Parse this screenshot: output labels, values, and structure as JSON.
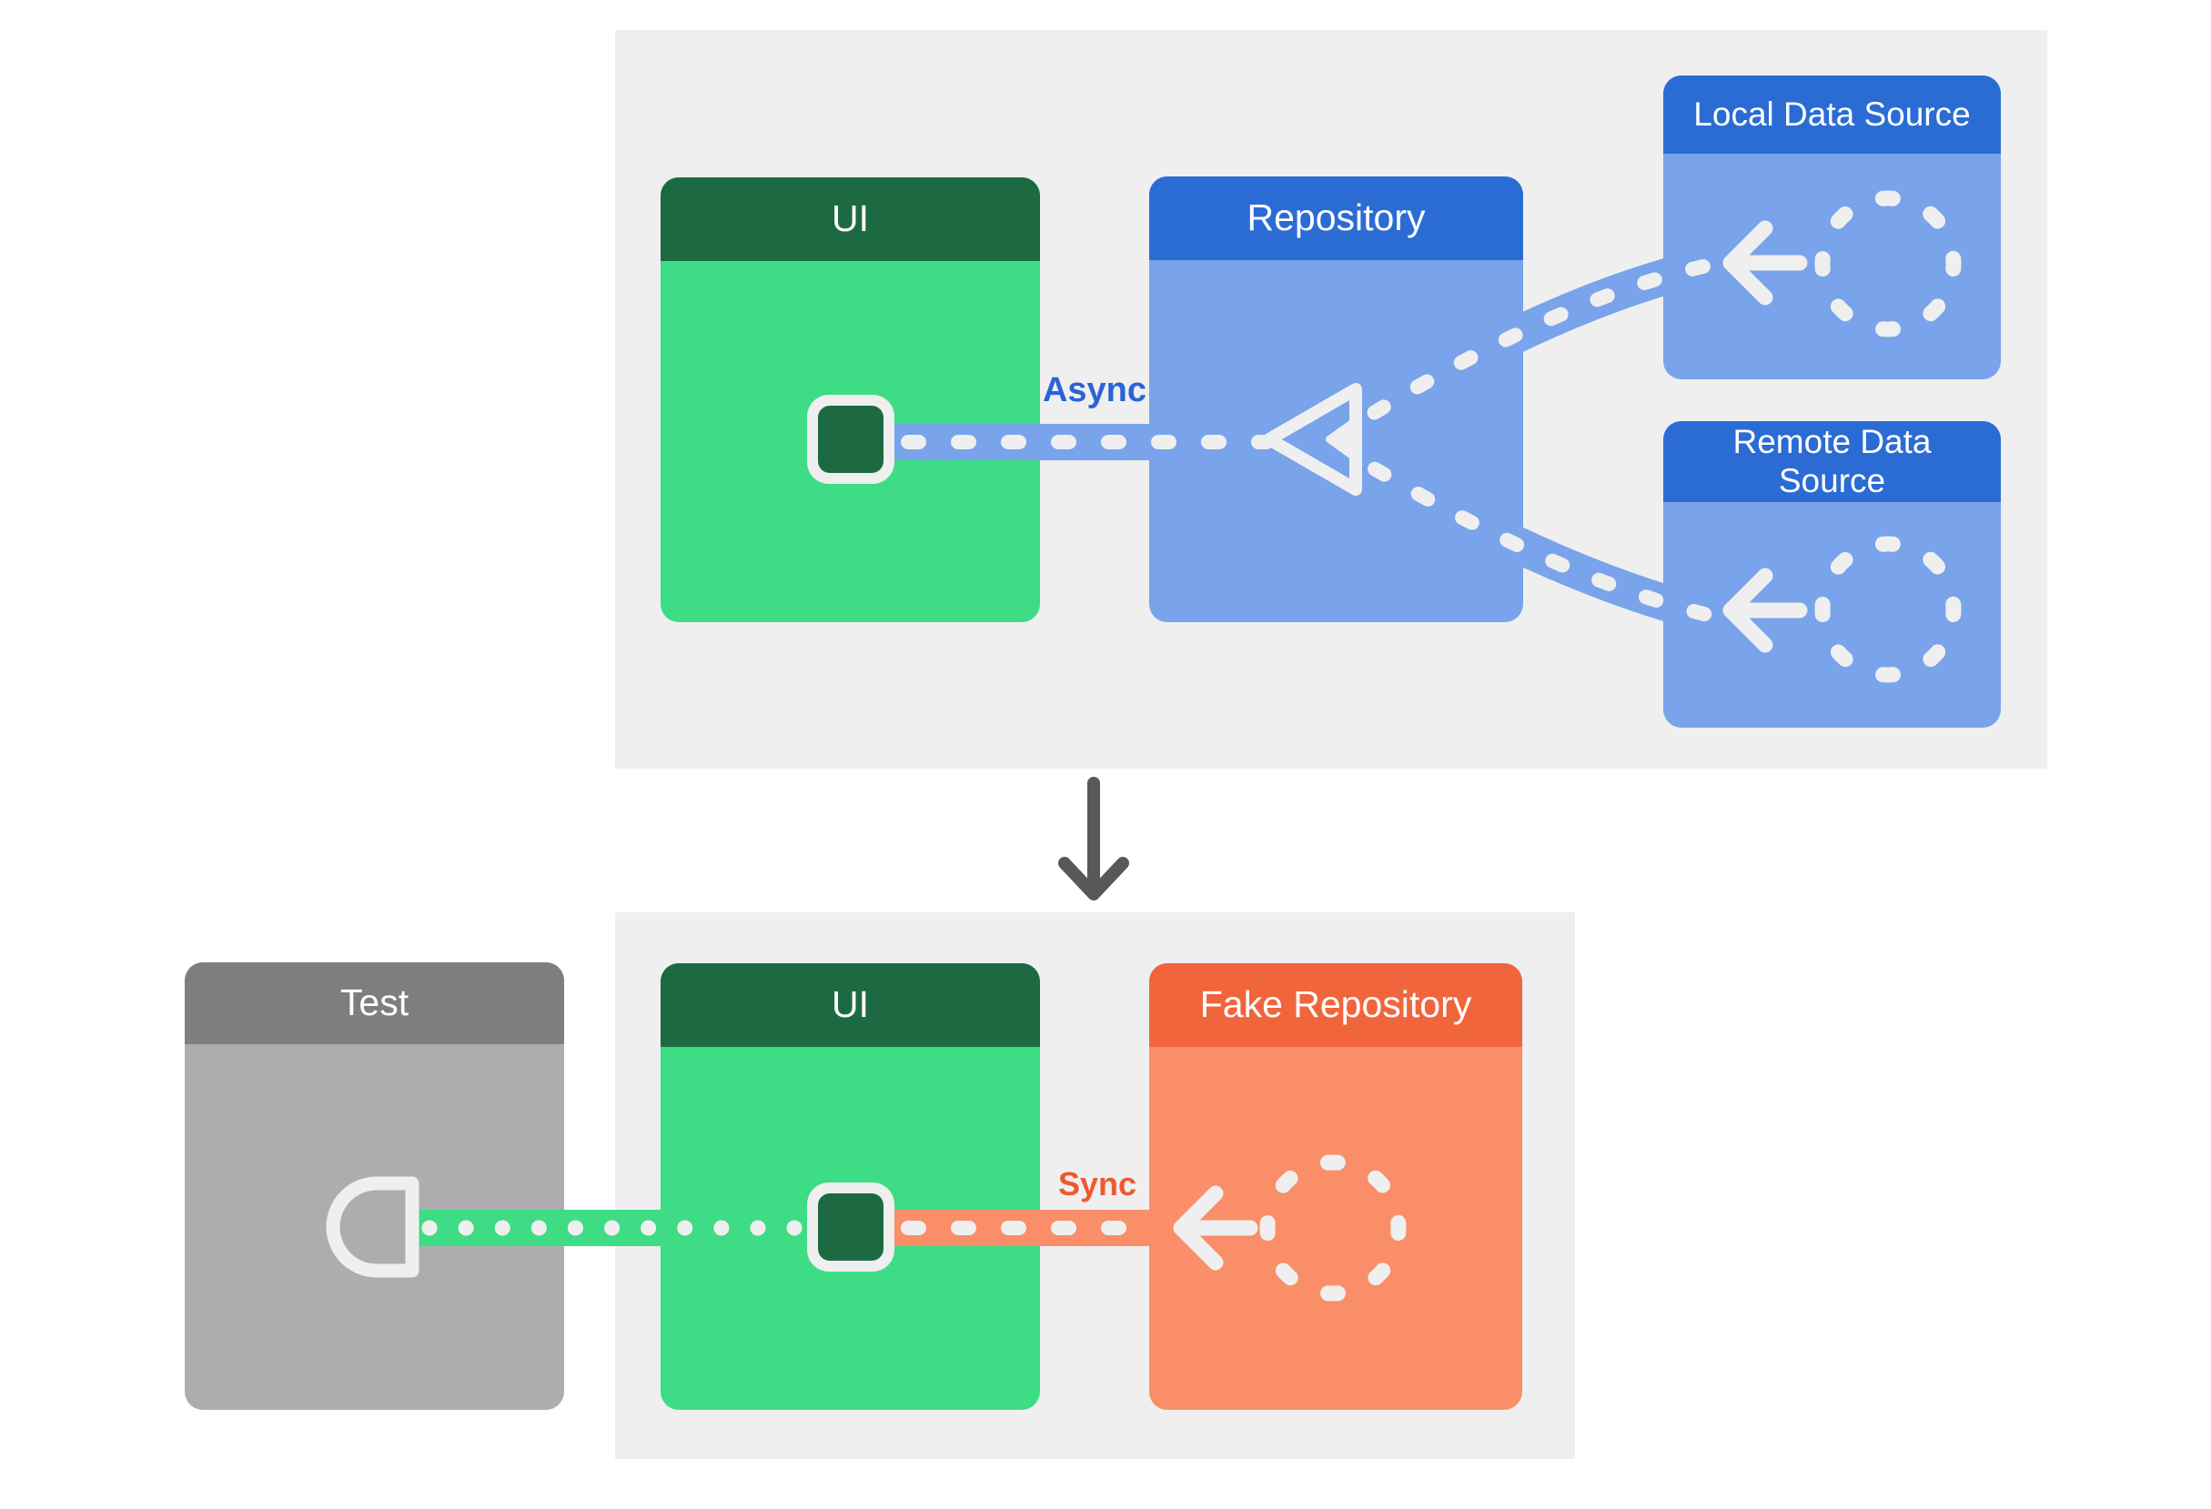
{
  "top_panel": {
    "cards": {
      "ui": {
        "title": "UI"
      },
      "repository": {
        "title": "Repository"
      },
      "local_data_source": {
        "title": "Local Data Source"
      },
      "remote_data_source": {
        "title": "Remote Data Source"
      }
    },
    "connection_label": "Async"
  },
  "bottom_panel": {
    "cards": {
      "test": {
        "title": "Test"
      },
      "ui": {
        "title": "UI"
      },
      "fake_repository": {
        "title": "Fake Repository"
      }
    },
    "connection_label": "Sync"
  },
  "colors": {
    "panel_bg": "#efefef",
    "header_blue": "#2b6cd4",
    "body_blue": "#79a3ea",
    "header_green": "#1d6a42",
    "body_green": "#3edc84",
    "header_orange": "#f1653c",
    "body_orange": "#f98e69",
    "header_gray": "#7e7e7e",
    "body_gray": "#adadad",
    "connector_white": "#efefef",
    "async_text": "#2b63d6",
    "sync_text": "#f0592e",
    "flow_arrow_gray": "#58585a"
  }
}
